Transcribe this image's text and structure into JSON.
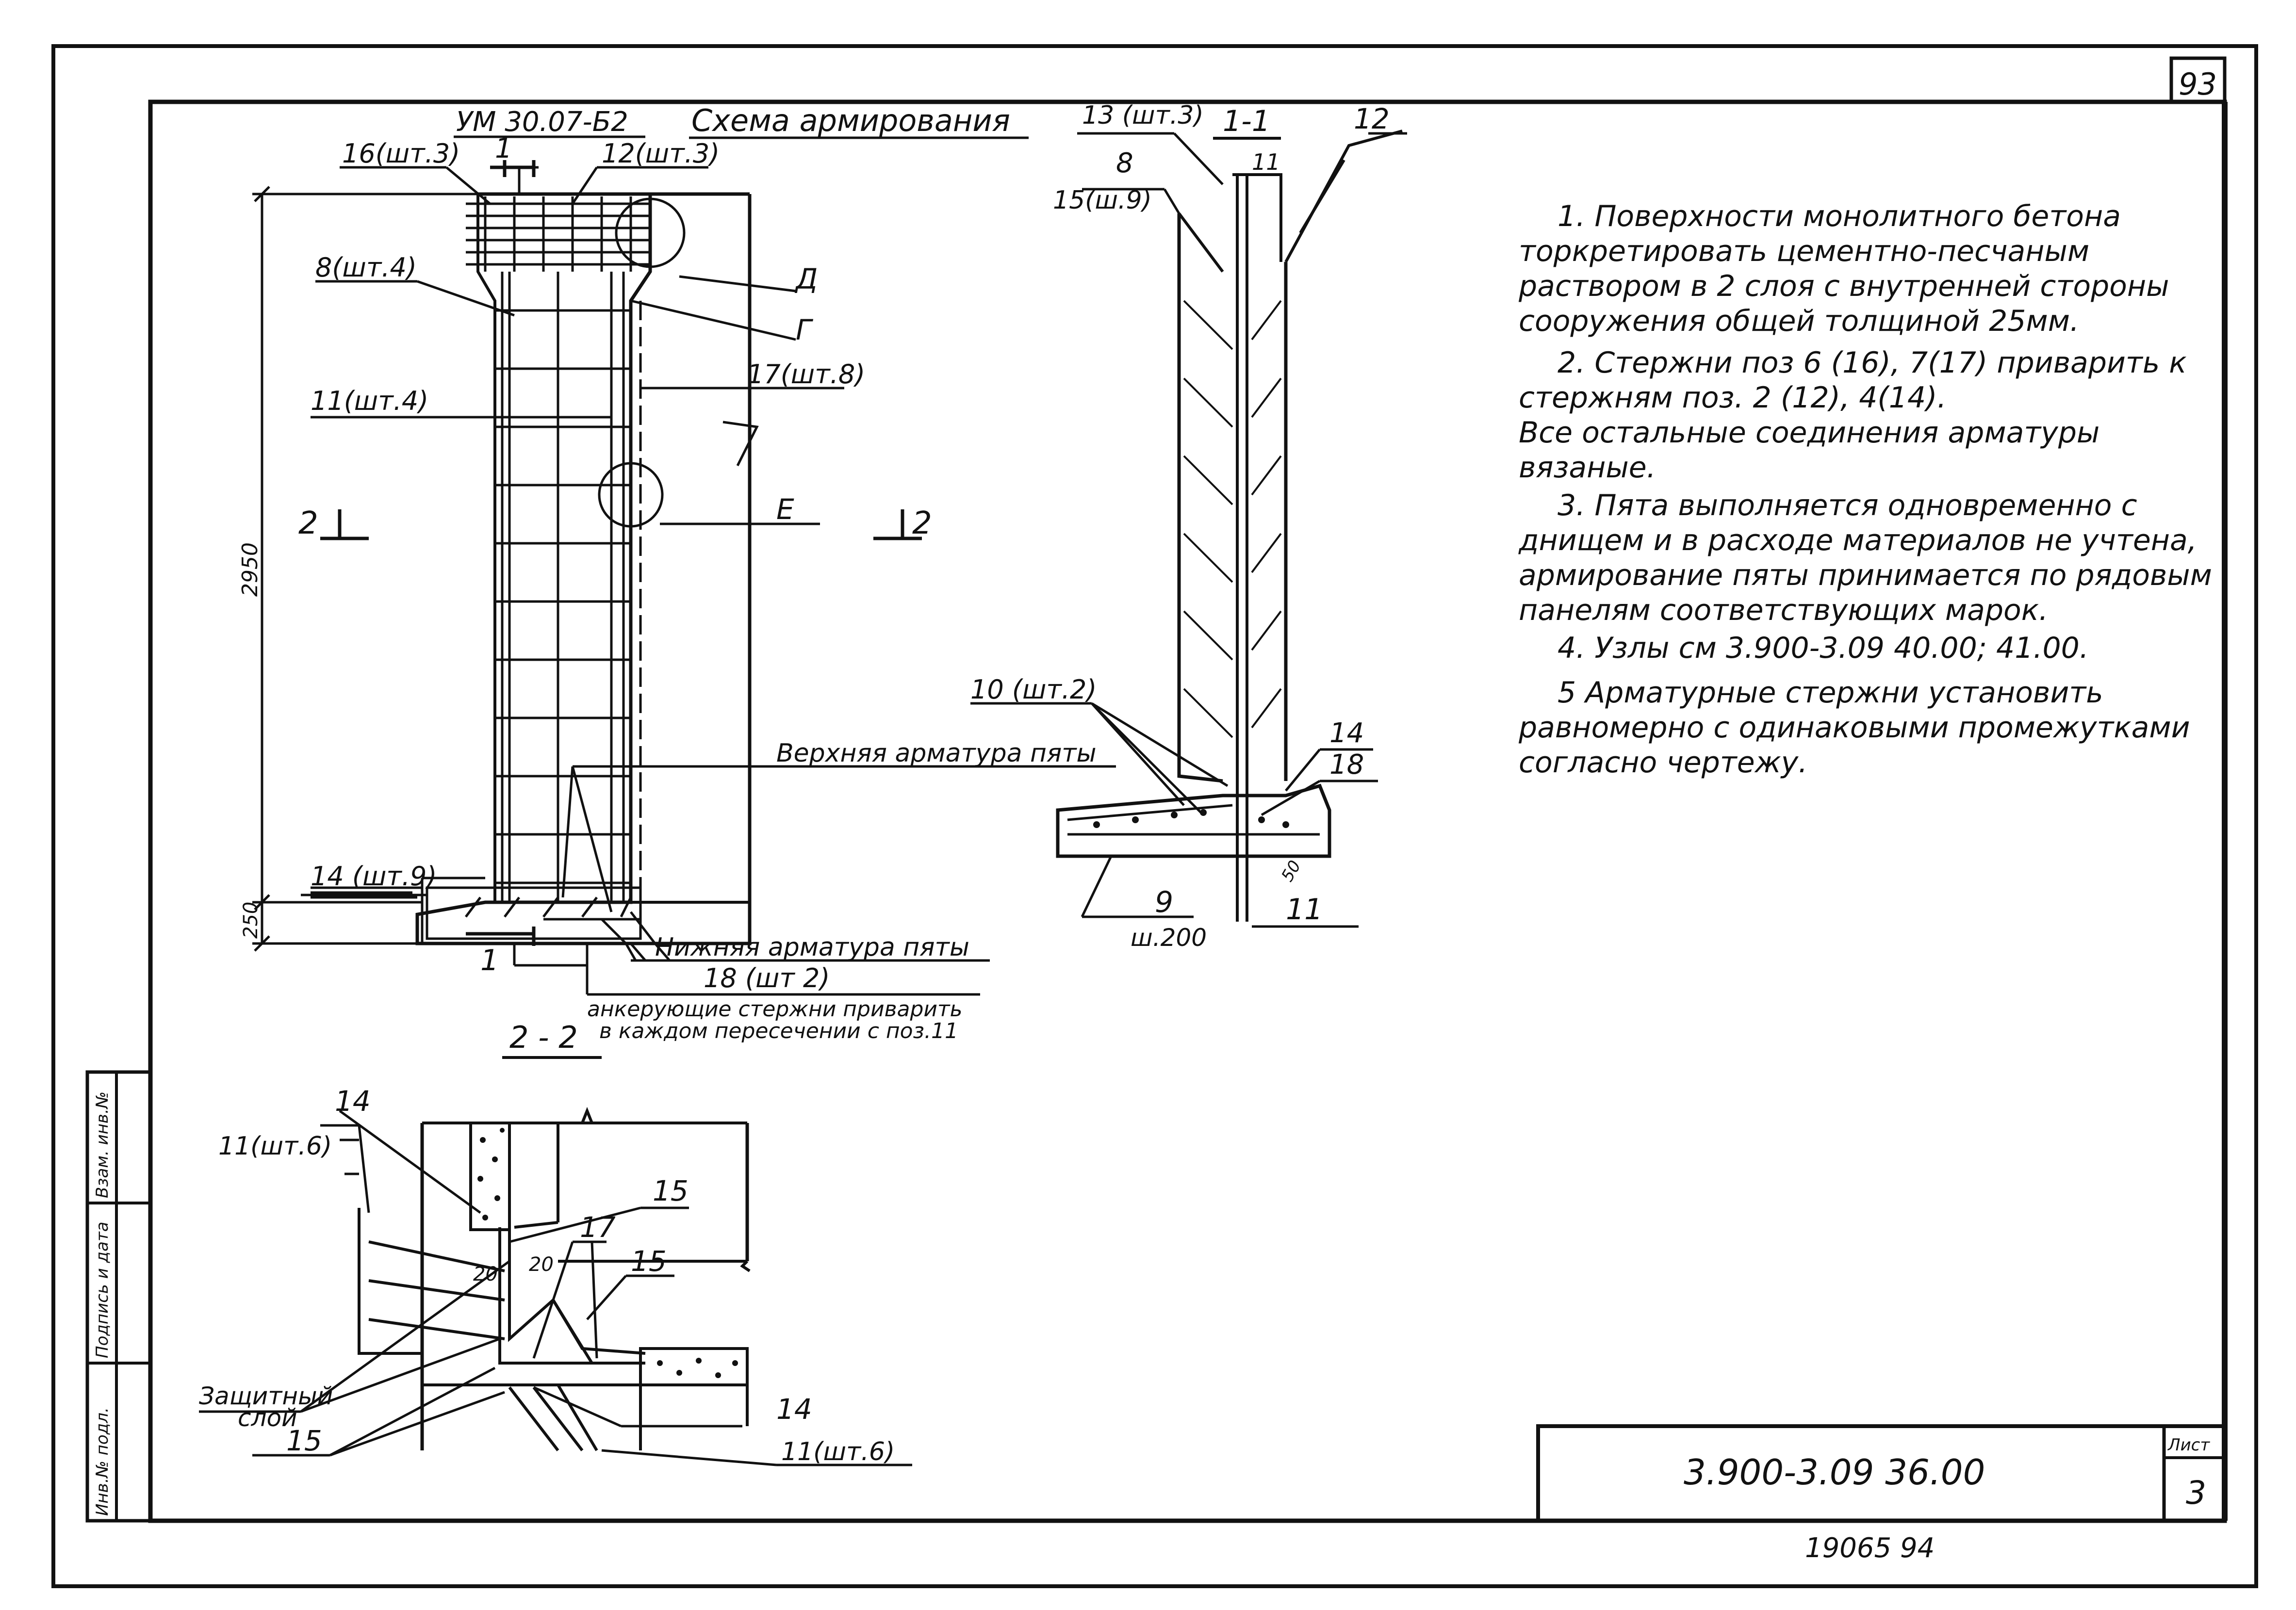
{
  "sheet": {
    "page_number": "93",
    "doc_code": "3.900-3.09 36.00",
    "sheet_label": "Лист",
    "sheet_number": "3",
    "inventory_number": "19065   94",
    "side_labels": [
      "Инв.№ подл.",
      "Подпись и дата",
      "Взам. инв.№"
    ]
  },
  "main_view": {
    "mark": "УМ 30.07-Б2",
    "title": "Схема армирования",
    "labels": {
      "p16": "16(шт.3)",
      "cut1_top": "1",
      "p12": "12(шт.3)",
      "p8": "8(шт.4)",
      "node_d": "Д",
      "node_g": "Г",
      "p17": "17(шт.8)",
      "p11": "11(шт.4)",
      "dim_height": "2950",
      "cut2_left": "2",
      "cut2_right": "2",
      "node_e": "Е",
      "upper_heel": "Верхняя арматура пяты",
      "dim_heel": "250",
      "p14": "14 (шт.9)",
      "lower_heel": "Нижняя арматура пяты",
      "p18": "18 (шт 2)",
      "anchor_line1": "анкерующие стержни приварить",
      "anchor_line2": "в каждом пересечении с поз.11",
      "cut1_bottom": "1"
    }
  },
  "section_1_1": {
    "title": "1-1",
    "labels": {
      "p13": "13 (шт.3)",
      "p12": "12",
      "p11_top": "11",
      "p8": "8",
      "p15": "15(ш.9)",
      "p10": "10 (шт.2)",
      "p14": "14",
      "p18": "18",
      "p9": "9",
      "step": "ш.200",
      "p11_bottom": "11",
      "dim_small": "50"
    }
  },
  "section_2_2": {
    "title": "2 - 2",
    "labels": {
      "p14_top": "14",
      "p11_top": "11(шт.6)",
      "p15_top": "15",
      "d20a": "20",
      "d20b": "20",
      "p17": "17",
      "p15_mid": "15",
      "protective1": "Защитный",
      "protective2": "слой",
      "p15_bottom": "15",
      "p14_bottom": "14",
      "p11_bottom": "11(шт.6)"
    }
  },
  "notes": [
    "1. Поверхности монолитного бетона торкретировать цементно-песчаным раствором в 2 слоя с внутренней стороны сооружения общей толщиной 25мм.",
    "2. Стержни поз 6 (16), 7(17) приварить к стержням поз. 2 (12), 4(14).",
    "Все остальные соединения арматуры вязаные.",
    "3. Пята выполняется одновременно с днищем и в расходе материалов не учтена, армирование пяты принимается по рядовым панелям соответствующих марок.",
    "4. Узлы см 3.900-3.09 40.00; 41.00.",
    "5 Арматурные стержни установить равномерно с одинаковыми промежутками согласно чертежу."
  ]
}
